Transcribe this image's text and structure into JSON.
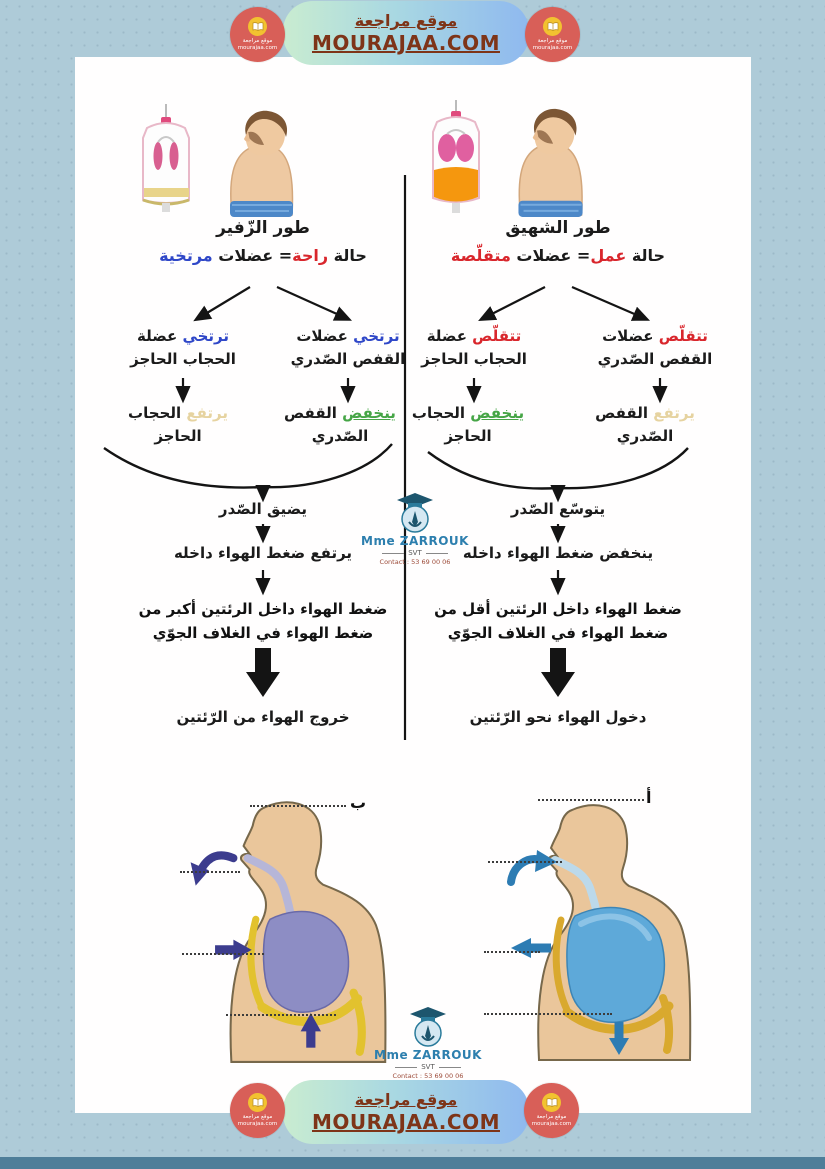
{
  "banner": {
    "site_name_ar": "موقع مراجعة",
    "site_domain": "MOURAJAA.COM",
    "logo_text_ar": "موقع مراجعة",
    "logo_text_domain": "mourajaa.com"
  },
  "watermark": {
    "name": "Mme ZARROUK",
    "subject": "SVT",
    "contact": "Contact : 53 69 00 06"
  },
  "phases": {
    "inhale": {
      "title": "طور الشهيق",
      "state": {
        "prefix": "حالة ",
        "key": "عمل",
        "mid": "= عضلات ",
        "value": "متقلّصة"
      },
      "ribcage": {
        "verb": "تتقلّص",
        "tail": " عضلات",
        "line2": "القفص الصّدري"
      },
      "diaphragm": {
        "verb": "تتقلّص",
        "tail": " عضلة",
        "line2": "الحجاب الحاجز"
      },
      "ribcage_result": {
        "verb": "يرتفع",
        "tail": " القفص",
        "line2": "الصّدري"
      },
      "diaphragm_result": {
        "verb": "ينخفض",
        "tail": " الحجاب",
        "line2": "الحاجز"
      },
      "chest": "يتوسّع الصّدر",
      "pressure": "ينخفض ضغط الهواء داخله",
      "compare1": "ضغط الهواء داخل الرئتين أقل من",
      "compare2": "ضغط الهواء في الغلاف الجوّي",
      "outcome": "دخول الهواء نحو الرّئتين",
      "diagram_label": "أ"
    },
    "exhale": {
      "title": "طور الزّفير",
      "state": {
        "prefix": "حالة ",
        "key": "راحة",
        "mid": "= عضلات ",
        "value": "مرتخية"
      },
      "ribcage": {
        "verb": "ترتخي",
        "tail": " عضلات",
        "line2": "القفص الصّدري"
      },
      "diaphragm": {
        "verb": "ترتخي",
        "tail": " عضلة",
        "line2": "الحجاب الحاجز"
      },
      "ribcage_result": {
        "verb": "ينخفض",
        "tail": " القفص",
        "line2": "الصّدري"
      },
      "diaphragm_result": {
        "verb": "يرتفع",
        "tail": " الحجاب",
        "line2": "الحاجز"
      },
      "chest": "يضيق الصّدر",
      "pressure": "يرتفع ضغط الهواء داخله",
      "compare1": "ضغط الهواء داخل الرئتين أكبر من",
      "compare2": "ضغط الهواء في الغلاف الجوّي",
      "outcome": "خروج الهواء من الرّئتين",
      "diagram_label": "ب"
    }
  },
  "colors": {
    "background": "#aecbd8",
    "accent_red": "#d9262c",
    "accent_blue": "#2f47c8",
    "accent_green": "#46a546",
    "accent_tan": "#e6d3a0",
    "banner_text": "#7e3418"
  }
}
